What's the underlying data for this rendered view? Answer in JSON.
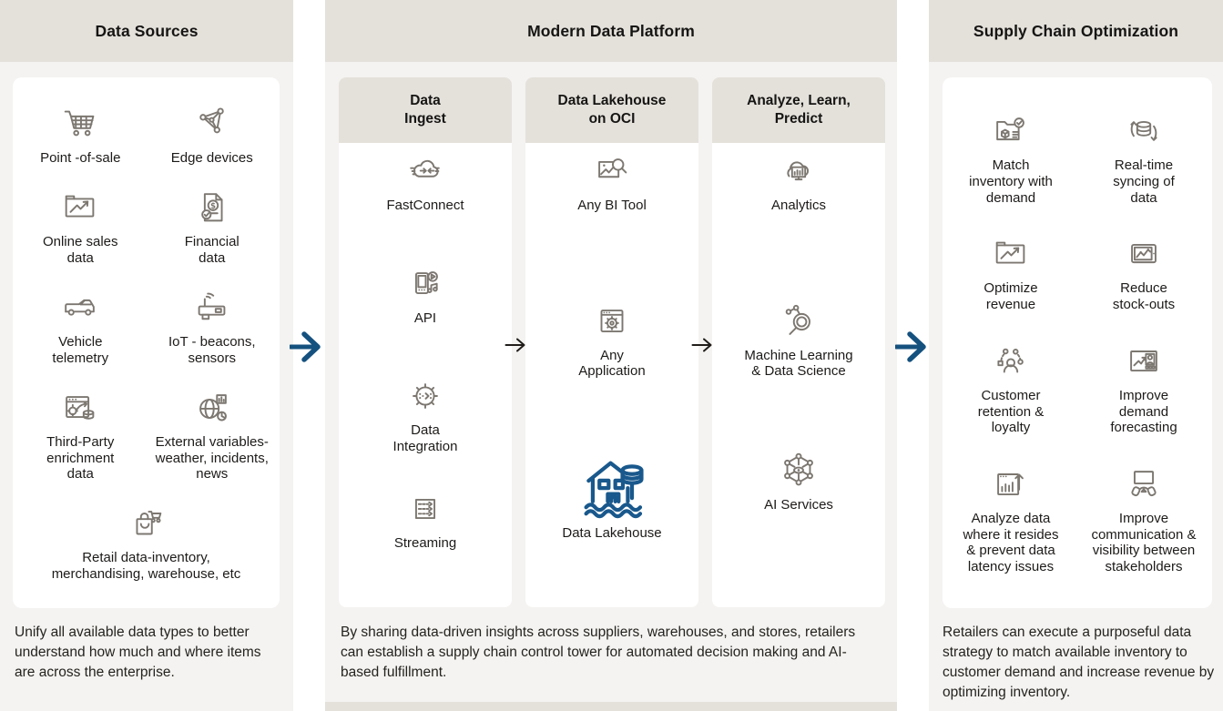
{
  "page": {
    "background": "#ffffff",
    "section_background": "#f4f3f1",
    "header_background": "#e4e1db",
    "card_background": "#ffffff",
    "arrow_blue": "#15517f",
    "lakehouse_blue": "#19588c",
    "icon_gray": "#7c7770",
    "text_color": "#1d1b19"
  },
  "left": {
    "title": "Data Sources",
    "items": [
      {
        "icon": "shopping-cart-icon",
        "label": "Point -of-sale"
      },
      {
        "icon": "edge-devices-icon",
        "label": "Edge devices"
      },
      {
        "icon": "folder-growth-chart-icon",
        "label": "Online sales\ndata"
      },
      {
        "icon": "financial-document-icon",
        "label": "Financial\ndata"
      },
      {
        "icon": "delivery-van-icon",
        "label": "Vehicle\ntelemetry"
      },
      {
        "icon": "iot-router-icon",
        "label": "IoT - beacons,\nsensors"
      },
      {
        "icon": "third-party-enrichment-icon",
        "label": "Third-Party\nenrichment\ndata"
      },
      {
        "icon": "globe-variables-icon",
        "label": "External variables-\nweather, incidents,\nnews"
      },
      {
        "icon": "retail-bag-cart-icon",
        "label": "Retail data-inventory, merchandising, warehouse, etc"
      }
    ],
    "footer": "Unify all available data types to better understand how much and where items are across the enterprise."
  },
  "middle": {
    "title": "Modern Data Platform",
    "columns": [
      {
        "title": "Data\nIngest",
        "items": [
          {
            "icon": "fastconnect-cloud-icon",
            "label": "FastConnect"
          },
          {
            "icon": "api-device-icon",
            "label": "API"
          },
          {
            "icon": "data-integration-gear-icon",
            "label": "Data\nIntegration"
          },
          {
            "icon": "streaming-arrows-icon",
            "label": "Streaming"
          }
        ]
      },
      {
        "title": "Data Lakehouse\non OCI",
        "items": [
          {
            "icon": "bi-tool-icon",
            "label": "Any BI Tool"
          },
          {
            "icon": "application-window-icon",
            "label": "Any\nApplication"
          },
          {
            "icon": "data-lakehouse-icon",
            "label": "Data Lakehouse"
          }
        ]
      },
      {
        "title": "Analyze, Learn,\nPredict",
        "items": [
          {
            "icon": "cloud-analytics-icon",
            "label": "Analytics"
          },
          {
            "icon": "ml-magnifier-icon",
            "label": "Machine Learning\n& Data Science"
          },
          {
            "icon": "ai-network-icon",
            "label": "AI Services"
          }
        ]
      }
    ],
    "footer": "By sharing data-driven insights across suppliers, warehouses, and stores, retailers can establish a supply chain control tower for automated decision making and AI-based fulfillment."
  },
  "right": {
    "title": "Supply Chain Optimization",
    "items": [
      {
        "icon": "inventory-check-icon",
        "label": "Match\ninventory with\ndemand"
      },
      {
        "icon": "database-sync-icon",
        "label": "Real-time\nsyncing of\ndata"
      },
      {
        "icon": "folder-growth-chart-icon",
        "label": "Optimize\nrevenue"
      },
      {
        "icon": "tablet-chart-icon",
        "label": "Reduce\nstock-outs"
      },
      {
        "icon": "customer-orbit-icon",
        "label": "Customer\nretention &\nloyalty"
      },
      {
        "icon": "forecast-window-icon",
        "label": "Improve\ndemand\nforecasting"
      },
      {
        "icon": "bar-growth-icon",
        "label": "Analyze data\nwhere it resides\n& prevent data\nlatency issues"
      },
      {
        "icon": "monitor-hands-icon",
        "label": "Improve\ncommunication &\nvisibility between\nstakeholders"
      }
    ],
    "footer": "Retailers can execute a purposeful data strategy to match available inventory to customer demand and increase revenue by optimizing inventory."
  }
}
